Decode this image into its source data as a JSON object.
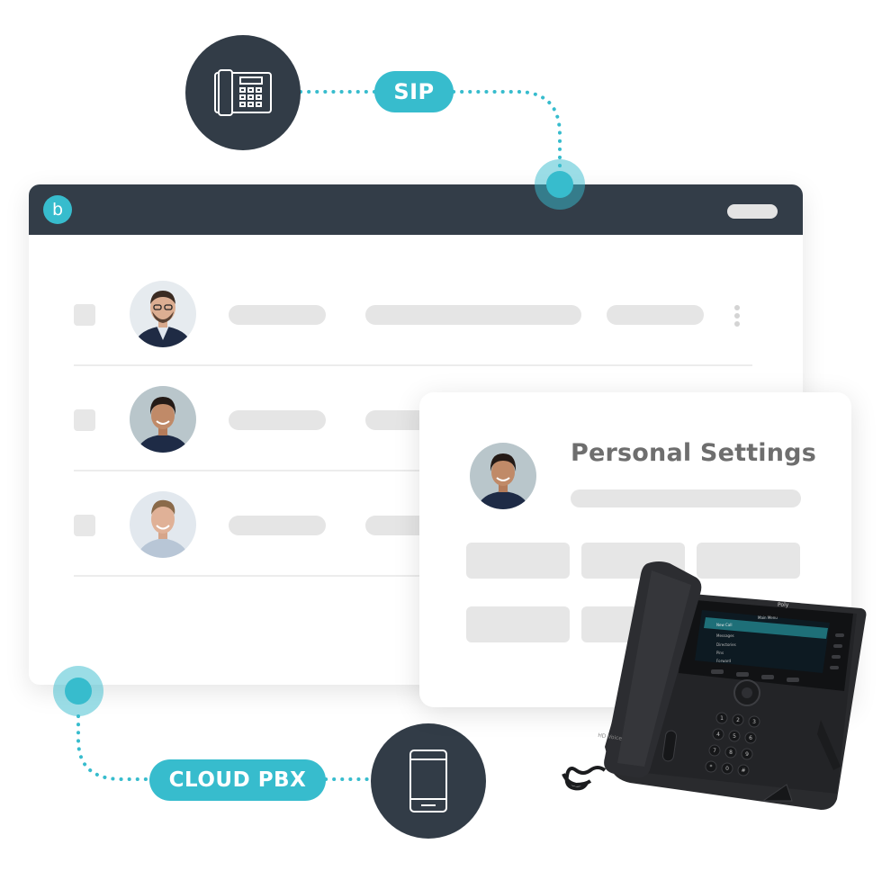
{
  "colors": {
    "accent": "#37bccd",
    "dark": "#333d48",
    "skeleton": "#e5e5e5",
    "title_text": "#6e6e6e"
  },
  "connections": {
    "top": {
      "label": "SIP",
      "device_icon": "desk-phone-icon"
    },
    "bottom": {
      "label": "CLOUD PBX",
      "device_icon": "mobile-phone-icon"
    }
  },
  "window": {
    "logo_letter": "b",
    "rows": [
      {
        "avatar": "man-with-glasses-avatar",
        "has_menu": true
      },
      {
        "avatar": "smiling-woman-avatar",
        "has_menu": false
      },
      {
        "avatar": "smiling-man-avatar",
        "has_menu": false
      }
    ]
  },
  "settings_card": {
    "title": "Personal Settings",
    "avatar": "smiling-woman-avatar",
    "tiles": 6
  },
  "desk_phone": {
    "brand": "Poly",
    "screen_title": "Main Menu",
    "screen_items": [
      "New Call",
      "Messages",
      "Directories",
      "Pins",
      "Forward"
    ],
    "keypad": [
      "1",
      "2",
      "3",
      "4",
      "5",
      "6",
      "7",
      "8",
      "9",
      "*",
      "0",
      "#"
    ],
    "handset_label": "HD Voice"
  }
}
